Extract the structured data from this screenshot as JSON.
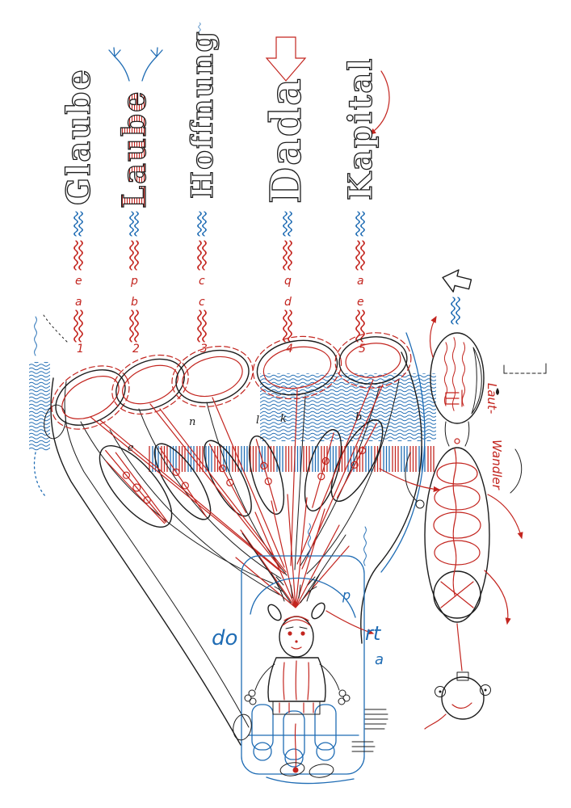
{
  "art": {
    "colors": {
      "red": "#c3251f",
      "blue": "#1f6cb4",
      "ink": "#1c1c1c",
      "paper": "#ffffff"
    },
    "columns": [
      {
        "word": "Glaube",
        "upper": "e",
        "lower": "a",
        "number": "1"
      },
      {
        "word": "Laube",
        "upper": "p",
        "lower": "b",
        "number": "2"
      },
      {
        "word": "Hoffnung",
        "upper": "c",
        "lower": "c",
        "number": "3"
      },
      {
        "word": "Dada",
        "upper": "q",
        "lower": "d",
        "number": "4"
      },
      {
        "word": "Kapital",
        "upper": "a",
        "lower": "e",
        "number": "5"
      }
    ],
    "small_letters": [
      "e",
      "n",
      "l",
      "k",
      "b"
    ],
    "right_labels": {
      "top": "Laut-",
      "bottom": "Wandler"
    },
    "figure_labels": {
      "do": "do",
      "rt": "rt",
      "a": "a",
      "p": "p"
    }
  }
}
